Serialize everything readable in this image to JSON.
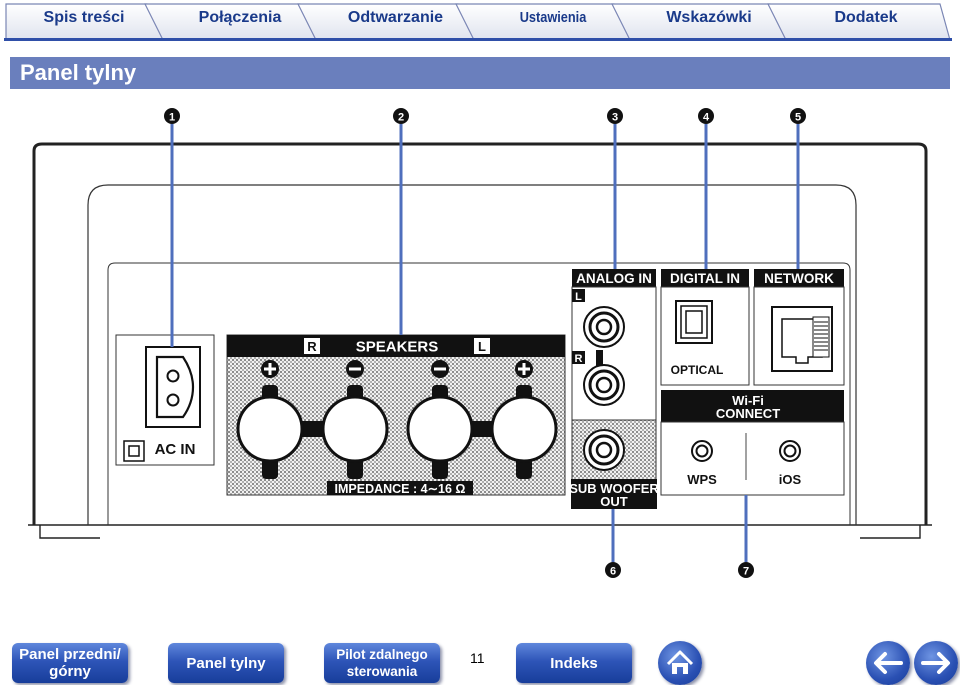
{
  "tabs": [
    {
      "label": "Spis treści"
    },
    {
      "label": "Połączenia"
    },
    {
      "label": "Odtwarzanie"
    },
    {
      "label": "Ustawienia"
    },
    {
      "label": "Wskazówki"
    },
    {
      "label": "Dodatek"
    }
  ],
  "page_title": "Panel tylny",
  "callouts": {
    "c1": "1",
    "c2": "2",
    "c3": "3",
    "c4": "4",
    "c5": "5",
    "c6": "6",
    "c7": "7"
  },
  "panel": {
    "ac_in": "AC IN",
    "speakers": "SPEAKERS",
    "speaker_r": "R",
    "speaker_l": "L",
    "impedance": "IMPEDANCE : 4∼16 Ω",
    "analog_in": "ANALOG IN",
    "analog_l": "L",
    "analog_r": "R",
    "digital_in": "DIGITAL IN",
    "optical": "OPTICAL",
    "network": "NETWORK",
    "wifi_line1": "Wi-Fi",
    "wifi_line2": "CONNECT",
    "wps": "WPS",
    "ios": "iOS",
    "subwoofer_line1": "SUB WOOFER",
    "subwoofer_line2": "OUT"
  },
  "footer": {
    "front_panel_line1": "Panel przedni/",
    "front_panel_line2": "górny",
    "rear_panel": "Panel tylny",
    "remote_line1": "Pilot zdalnego",
    "remote_line2": "sterowania",
    "page_number": "11",
    "index": "Indeks"
  }
}
